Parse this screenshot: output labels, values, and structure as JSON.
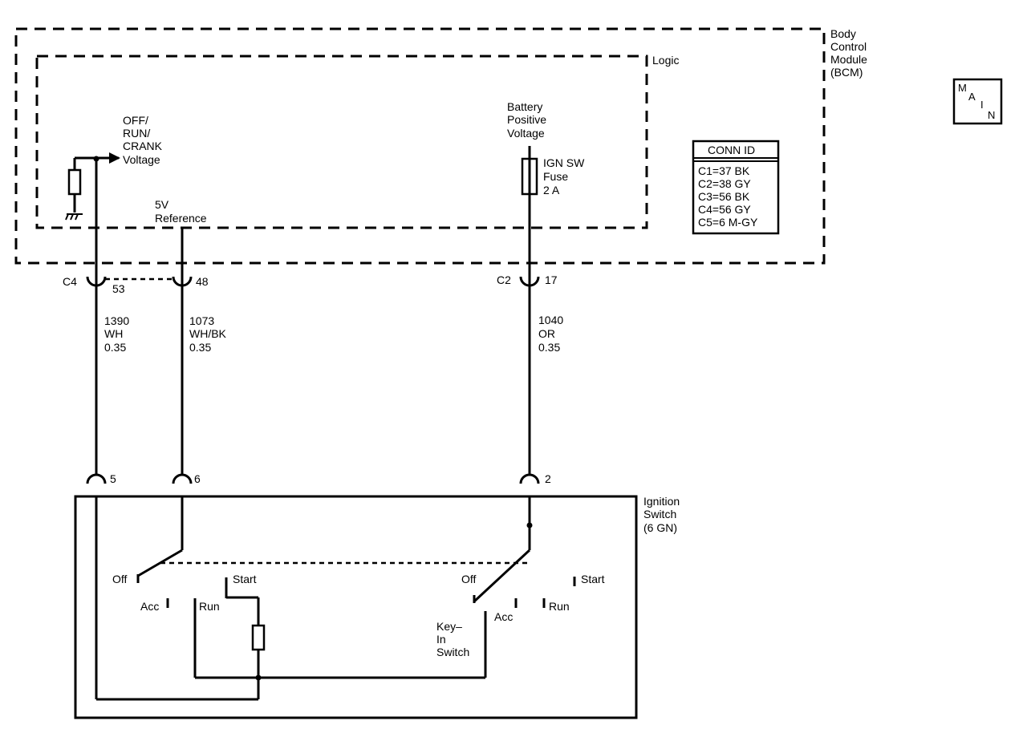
{
  "module": {
    "name_lines": [
      "Body",
      "Control",
      "Module",
      "(BCM)"
    ],
    "logic_label": "Logic"
  },
  "main_badge": {
    "letters": [
      "M",
      "A",
      "I",
      "N"
    ]
  },
  "conn_table": {
    "header": "CONN ID",
    "rows": [
      "C1=37 BK",
      "C2=38 GY",
      "C3=56 BK",
      "C4=56 GY",
      "C5=6 M-GY"
    ]
  },
  "inputs": {
    "off_run_crank_lines": [
      "OFF/",
      "RUN/",
      "CRANK",
      "Voltage"
    ],
    "ref_lines": [
      "5V",
      "Reference"
    ],
    "battery_lines": [
      "Battery",
      "Positive",
      "Voltage"
    ],
    "fuse_lines": [
      "IGN SW",
      "Fuse",
      "2 A"
    ]
  },
  "connectors": {
    "c4_label": "C4",
    "c4_pin_a": "53",
    "c4_pin_b": "48",
    "c2_label": "C2",
    "c2_pin": "17",
    "sw_pin_1": "5",
    "sw_pin_2": "6",
    "sw_pin_3": "2"
  },
  "wires": [
    {
      "circuit": "1390",
      "color": "WH",
      "size": "0.35"
    },
    {
      "circuit": "1073",
      "color": "WH/BK",
      "size": "0.35"
    },
    {
      "circuit": "1040",
      "color": "OR",
      "size": "0.35"
    }
  ],
  "ignition_switch": {
    "name_lines": [
      "Ignition",
      "Switch",
      "(6 GN)"
    ],
    "left_contacts": {
      "off": "Off",
      "acc": "Acc",
      "run": "Run",
      "start": "Start"
    },
    "right_contacts": {
      "off": "Off",
      "acc": "Acc",
      "run": "Run",
      "start": "Start"
    },
    "key_in_lines": [
      "Key–",
      "In",
      "Switch"
    ]
  }
}
